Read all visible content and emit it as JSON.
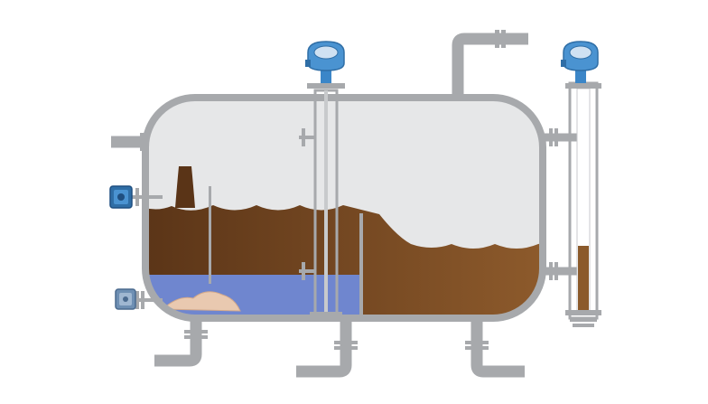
{
  "scene": {
    "subject": "horizontal-separator-vessel",
    "colors": {
      "background": "#ffffff",
      "vessel_shell": "#a7a9ac",
      "vessel_interior": "#e6e7e8",
      "piping": "#a7a9ac",
      "oil_dark": "#5a3417",
      "oil": "#8b5a2b",
      "water": "#6f86cf",
      "sediment": "#e9c9b0",
      "instrument_blue": "#3b86c8"
    },
    "components": {
      "inlet_pipe": "inlet-pipe",
      "gas_outlet_pipe": "gas-outlet-pipe",
      "weir": "weir-plate",
      "water_outlet": "water-outlet-pipe",
      "oil_outlet": "oil-outlet-pipe",
      "level_gauge": "external-level-gauge",
      "top_transmitter": "top-level-transmitter-icon",
      "gauge_transmitter": "gauge-transmitter-icon",
      "side_transmitter": "side-transmitter-icon",
      "bottom_transmitter": "bottom-transmitter-icon"
    }
  }
}
